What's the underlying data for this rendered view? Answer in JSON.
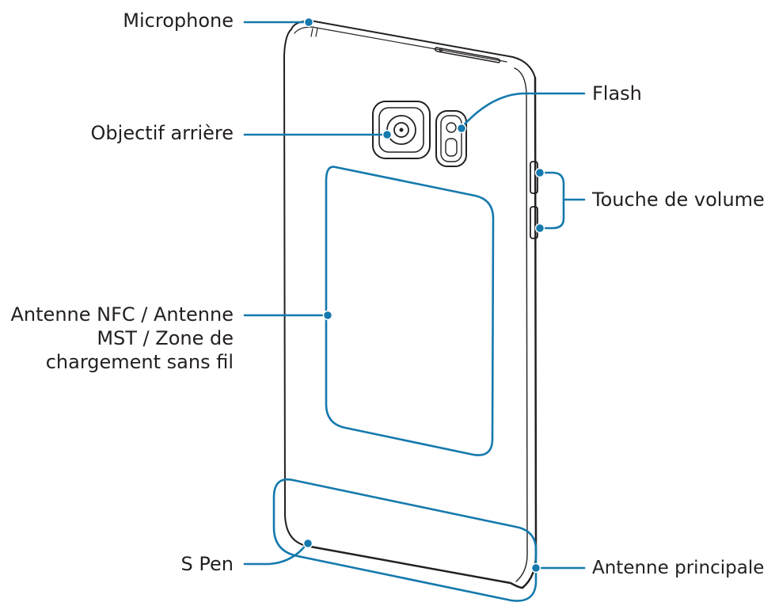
{
  "colors": {
    "outline": "#231f20",
    "callout": "#1479ad",
    "background": "#ffffff"
  },
  "labels": {
    "microphone": "Microphone",
    "rear_lens": "Objectif arrière",
    "flash": "Flash",
    "volume_key": "Touche de volume",
    "nfc_line1": "Antenne NFC / Antenne",
    "nfc_line2": "MST / Zone de",
    "nfc_line3": "chargement sans fil",
    "s_pen": "S Pen",
    "main_antenna": "Antenne principale"
  }
}
